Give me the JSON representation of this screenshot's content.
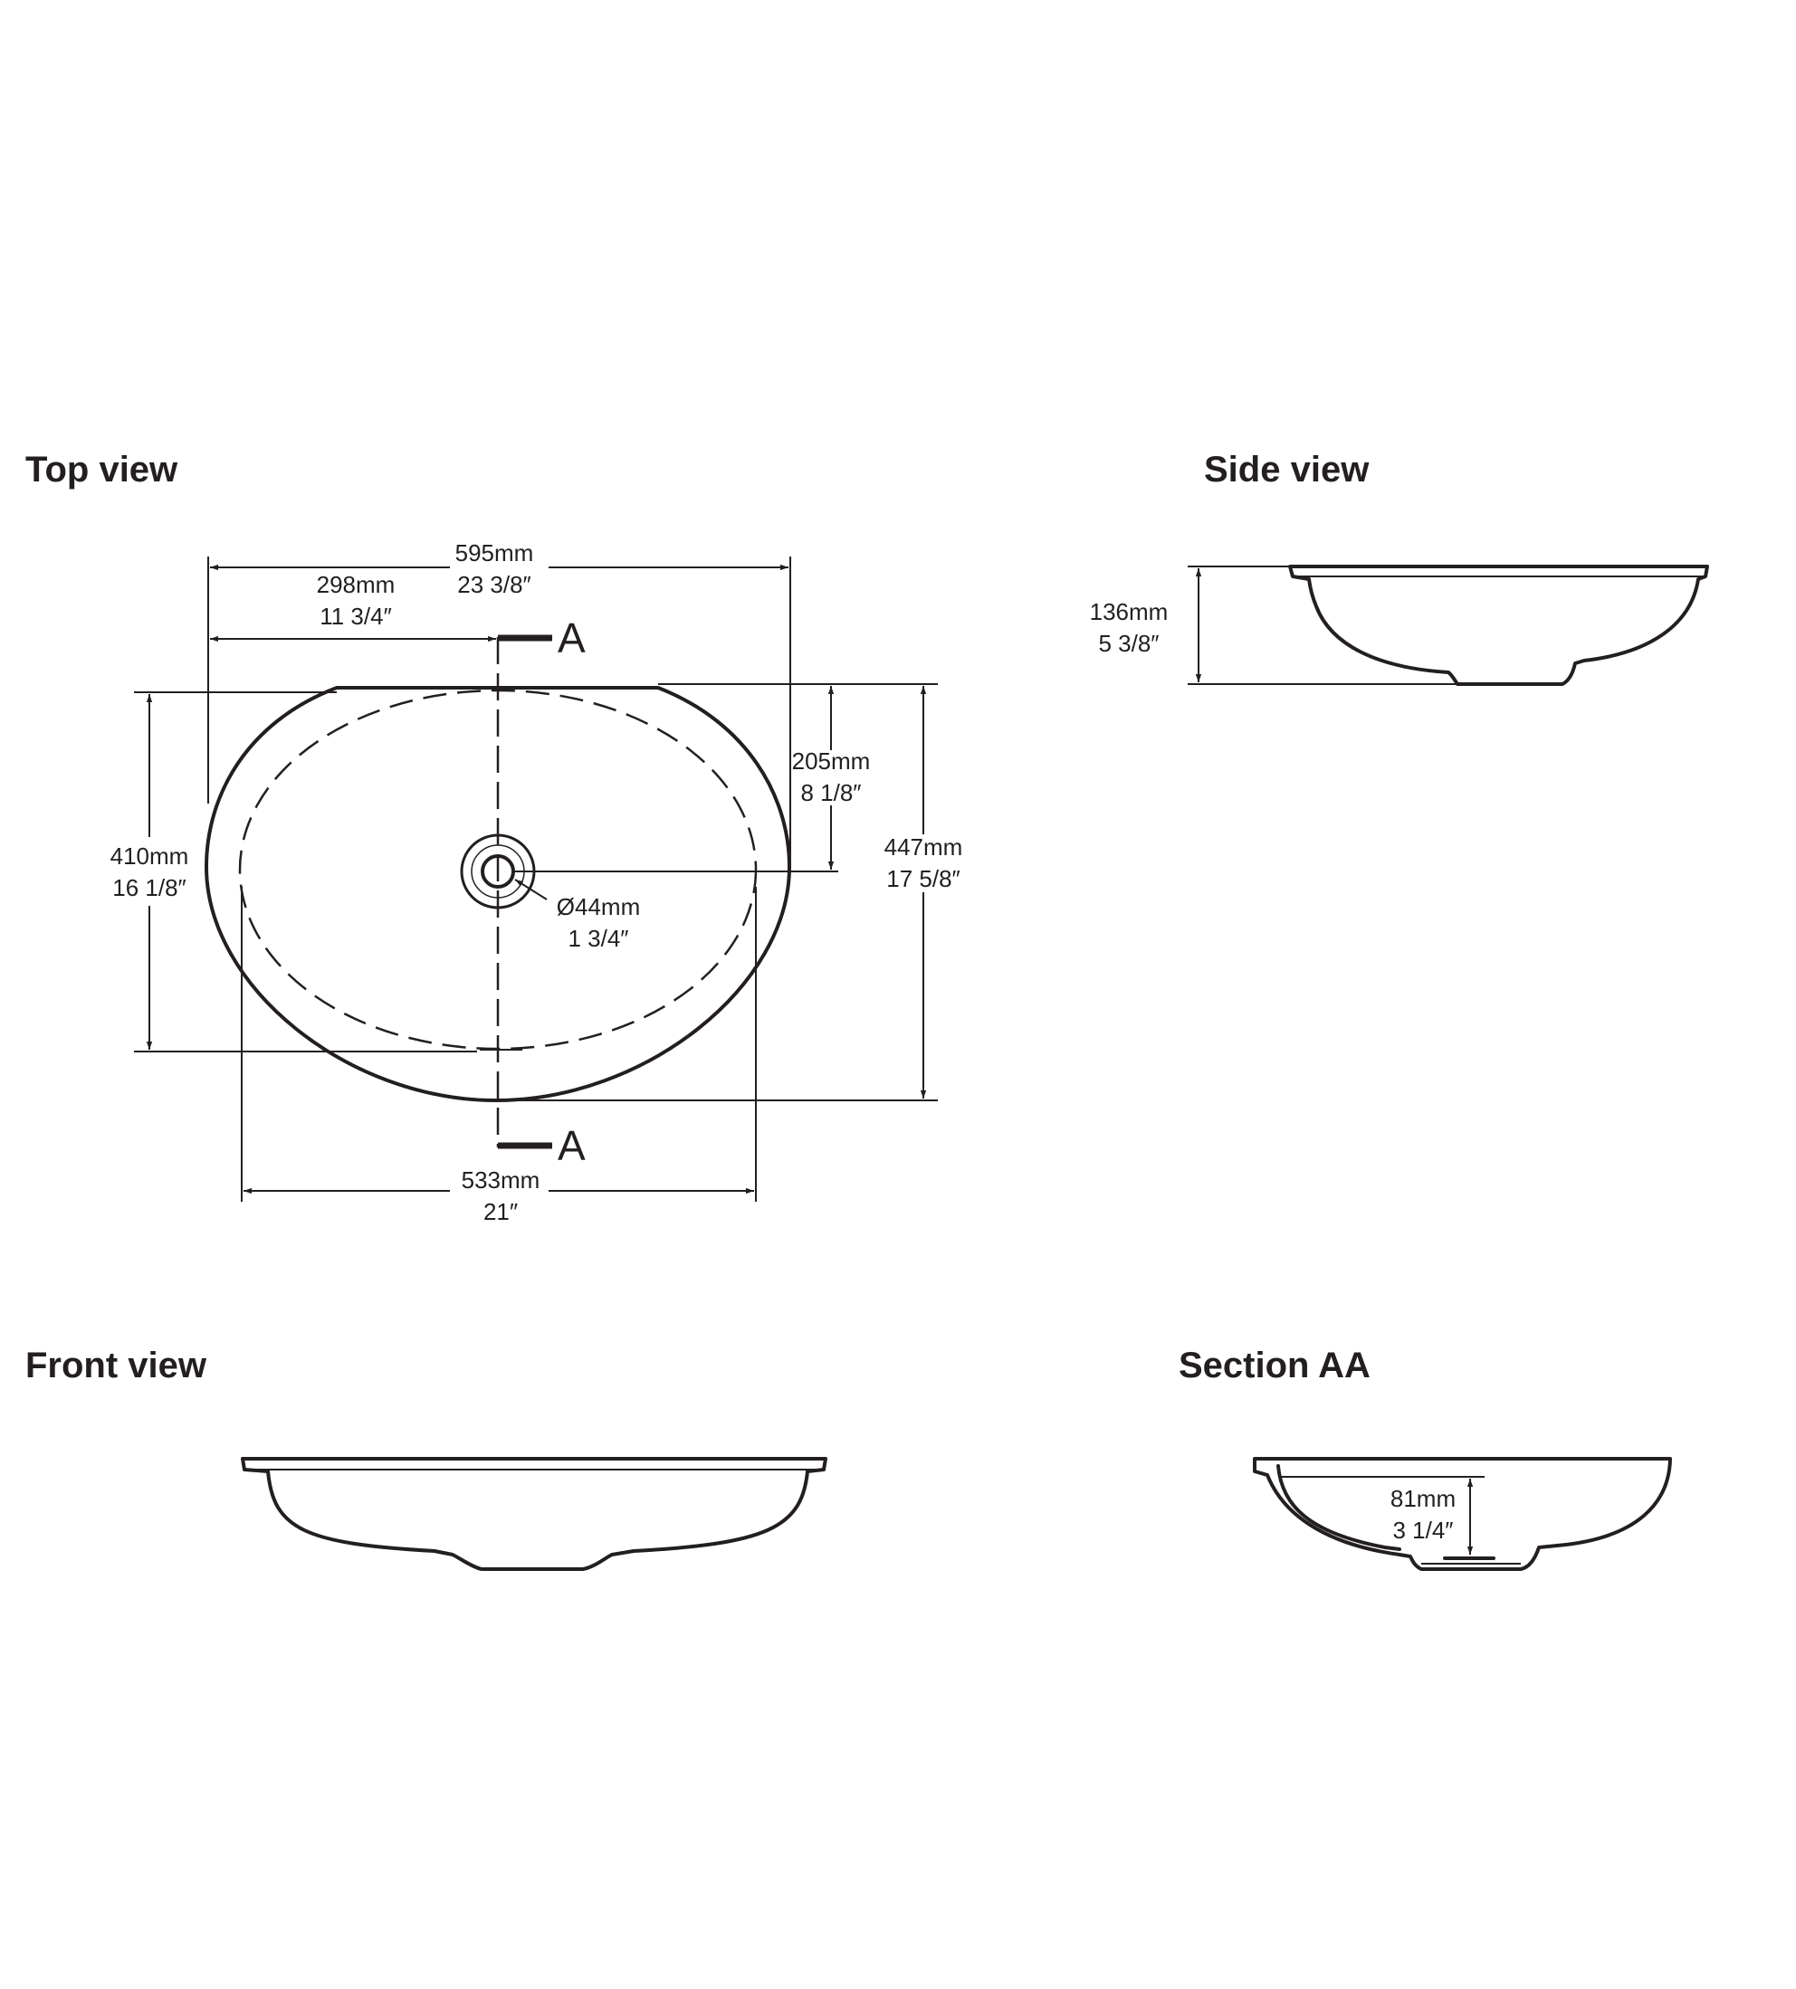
{
  "views": {
    "top": {
      "title": "Top view"
    },
    "side": {
      "title": "Side view"
    },
    "front": {
      "title": "Front view"
    },
    "section": {
      "title": "Section AA"
    }
  },
  "section_markers": {
    "top": "A",
    "bottom": "A"
  },
  "dimensions": {
    "overall_width": {
      "mm": "595mm",
      "inch": "23 3/8″"
    },
    "half_width": {
      "mm": "298mm",
      "inch": "11 3/4″"
    },
    "inner_width": {
      "mm": "533mm",
      "inch": "21″"
    },
    "inner_depth": {
      "mm": "410mm",
      "inch": "16 1/8″"
    },
    "overall_depth": {
      "mm": "447mm",
      "inch": "17 5/8″"
    },
    "drain_offset": {
      "mm": "205mm",
      "inch": "8 1/8″"
    },
    "drain_diameter": {
      "mm": "Ø44mm",
      "inch": "1 3/4″"
    },
    "height": {
      "mm": "136mm",
      "inch": "5 3/8″"
    },
    "bowl_depth": {
      "mm": "81mm",
      "inch": "3 1/4″"
    }
  }
}
